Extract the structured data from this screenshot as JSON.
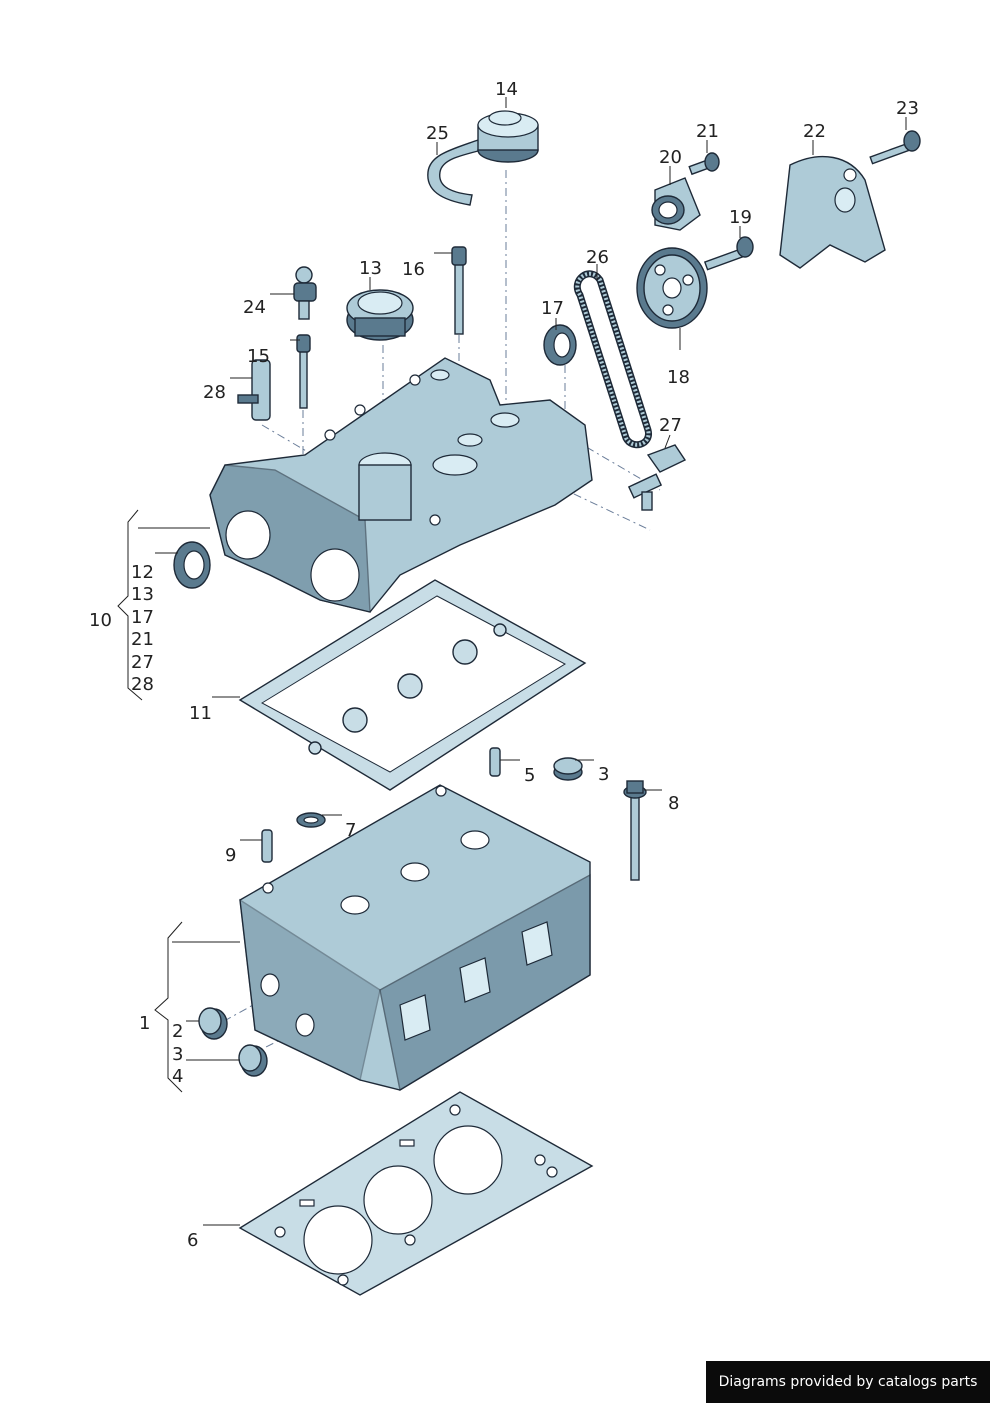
{
  "callouts": {
    "c14": "14",
    "c25": "25",
    "c21": "21",
    "c20": "20",
    "c22": "22",
    "c23": "23",
    "c19": "19",
    "c13": "13",
    "c16": "16",
    "c26": "26",
    "c24": "24",
    "c17": "17",
    "c15": "15",
    "c28": "28",
    "c18": "18",
    "c27": "27",
    "c11": "11",
    "c5": "5",
    "c3a": "3",
    "c8": "8",
    "c7": "7",
    "c9": "9",
    "c2": "2",
    "c3b": "3",
    "c4": "4",
    "c1": "1",
    "c6": "6"
  },
  "group10": {
    "label": "10",
    "items": [
      "12",
      "13",
      "17",
      "21",
      "27",
      "28"
    ]
  },
  "group1": {
    "label": "1"
  },
  "footer": {
    "credit": "Diagrams provided by catalogs parts"
  }
}
